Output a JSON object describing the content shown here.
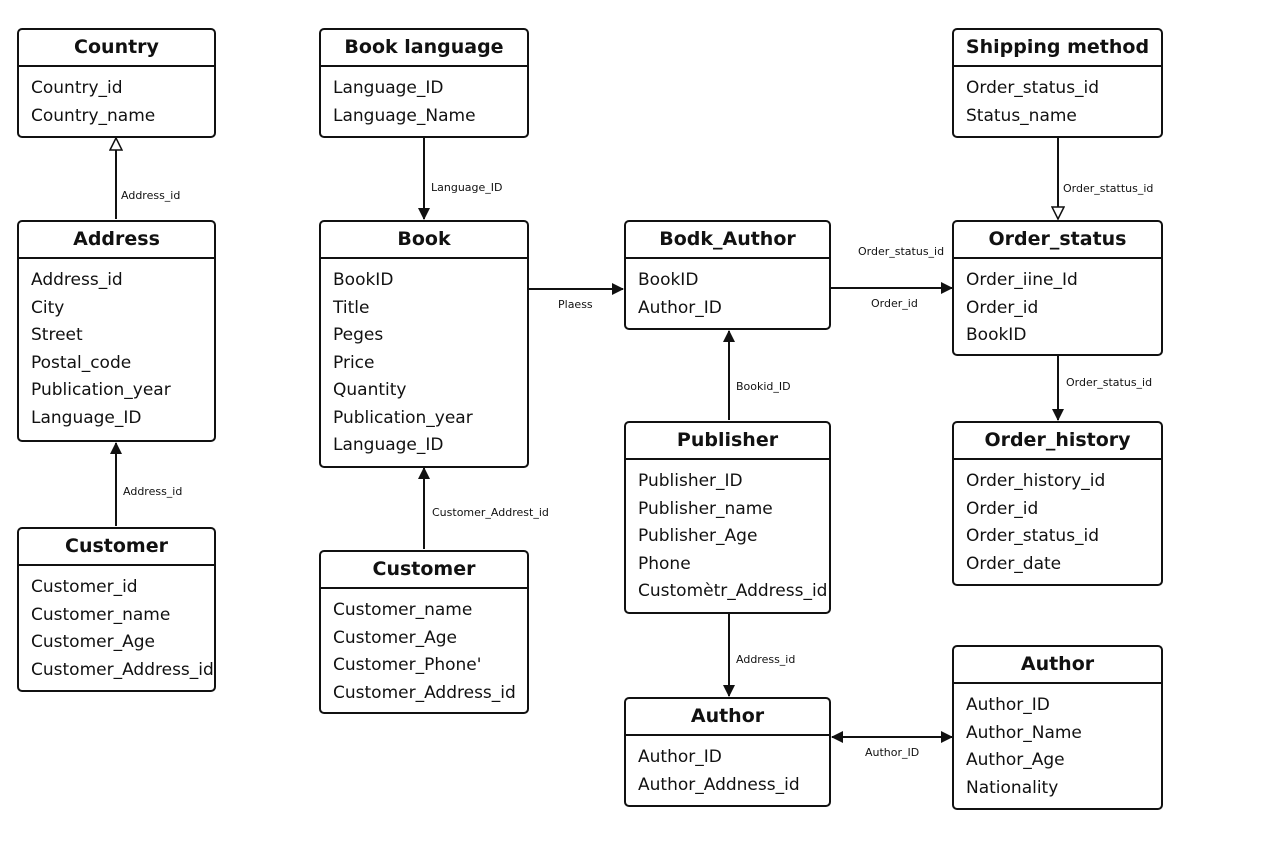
{
  "entities": {
    "country": {
      "title": "Country",
      "fields": [
        "Country_id",
        "Country_name"
      ]
    },
    "address": {
      "title": "Address",
      "fields": [
        "Address_id",
        "City",
        "Street",
        "Postal_code",
        "Publication_year",
        "Language_ID"
      ]
    },
    "customer_left": {
      "title": "Customer",
      "fields": [
        "Customer_id",
        "Customer_name",
        "Customer_Age",
        "Customer_Address_id"
      ]
    },
    "book_language": {
      "title": "Book language",
      "fields": [
        "Language_ID",
        "Language_Name"
      ]
    },
    "book": {
      "title": "Book",
      "fields": [
        "BookID",
        "Title",
        "Peges",
        "Price",
        "Quantity",
        "Publication_year",
        "Language_ID"
      ]
    },
    "customer_mid": {
      "title": "Customer",
      "fields": [
        "Customer_name",
        "Customer_Age",
        "Customer_Phone'",
        "Customer_Address_id"
      ]
    },
    "book_author": {
      "title": "Bodk_Author",
      "fields": [
        "BookID",
        "Author_ID"
      ]
    },
    "publisher": {
      "title": "Publisher",
      "fields": [
        "Publisher_ID",
        "Publisher_name",
        "Publisher_Age",
        "Phone",
        "Customètr_Address_id"
      ]
    },
    "author_mid": {
      "title": "Author",
      "fields": [
        "Author_ID",
        "Author_Addness_id"
      ]
    },
    "shipping_method": {
      "title": "Shipping method",
      "fields": [
        "Order_status_id",
        "Status_name"
      ]
    },
    "order_status": {
      "title": "Order_status",
      "fields": [
        "Order_iine_Id",
        "Order_id",
        "BookID"
      ]
    },
    "order_history": {
      "title": "Order_history",
      "fields": [
        "Order_history_id",
        "Order_id",
        "Order_status_id",
        "Order_date"
      ]
    },
    "author_right": {
      "title": "Author",
      "fields": [
        "Author_ID",
        "Author_Name",
        "Author_Age",
        "Nationality"
      ]
    }
  },
  "relationships": {
    "address_country": {
      "label": "Address_id"
    },
    "customer_address": {
      "label": "Address_id"
    },
    "booklang_book": {
      "label": "Language_ID"
    },
    "customer_book": {
      "label": "Customer_Addrest_id"
    },
    "book_bookauthor": {
      "label": "Plaess"
    },
    "publisher_bookauthor": {
      "label": "Bookid_ID"
    },
    "publisher_author": {
      "label": "Address_id"
    },
    "author_author": {
      "label": "Author_ID"
    },
    "shipping_orderstatus": {
      "label": "Order_stattus_id"
    },
    "bookauthor_orderstatus": {
      "label": "Order_status_id",
      "label2": "Order_id"
    },
    "orderstatus_history": {
      "label": "Order_status_id"
    }
  }
}
